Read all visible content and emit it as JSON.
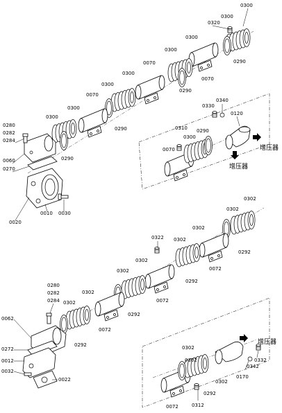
{
  "diagram": {
    "upper": {
      "labels": {
        "p0300_a": "0300",
        "p0320": "0320",
        "p0300_b": "0300",
        "p0300_c": "0300",
        "p0290_a": "0290",
        "p0070_a": "0070",
        "p0300_d": "0300",
        "p0070_b": "0070",
        "p0300_e": "0300",
        "p0290_b": "0290",
        "p0070_c": "0070",
        "p0300_f": "0300",
        "p0290_c": "0290",
        "p0340": "0340",
        "p0330": "0330",
        "p0120": "0120",
        "p0300_g": "0300",
        "p0280": "0280",
        "p0282": "0282",
        "p0284": "0284",
        "p0310": "0310",
        "p0290_d": "0290",
        "p0300_h": "0300",
        "p0070_d": "0070",
        "p0290_e": "0290",
        "p0060": "0060",
        "p0270": "0270",
        "p0020": "0020",
        "p0010": "0010",
        "p0030": "0030"
      },
      "turbo_label_1": "增压器",
      "turbo_label_2": "增压器"
    },
    "lower": {
      "labels": {
        "p0302_a": "0302",
        "p0322": "0322",
        "p0302_b": "0302",
        "p0302_c": "0302",
        "p0292_a": "0292",
        "p0302_d": "0302",
        "p0072_a": "0072",
        "p0302_e": "0302",
        "p0292_b": "0292",
        "p0302_f": "0302",
        "p0072_b": "0072",
        "p0302_g": "0302",
        "p0292_c": "0292",
        "p0280": "0280",
        "p0282": "0282",
        "p0284": "0284",
        "p0302_h": "0302",
        "p0072_c": "0072",
        "p0292_d": "0292",
        "p0062": "0062",
        "p0272": "0272",
        "p0012": "0012",
        "p0032": "0032",
        "p0022": "0022",
        "p0302_i": "0302",
        "p0302_j": "0302",
        "p0170": "0170",
        "p0342": "0342",
        "p0332": "0332",
        "p0292_e": "0292",
        "p0302_k": "0302",
        "p0072_d": "0072",
        "p0312": "0312"
      },
      "turbo_label": "增压器"
    }
  }
}
